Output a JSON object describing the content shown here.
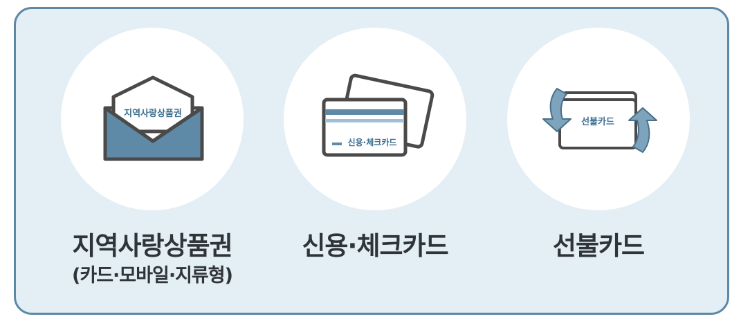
{
  "items": [
    {
      "title": "지역사랑상품권",
      "subtitle": "(카드·모바일·지류형)",
      "icon_text": "지역사랑상품권",
      "icon": "envelope-voucher-icon"
    },
    {
      "title": "신용·체크카드",
      "icon_text": "신용·체크카드",
      "icon": "credit-card-icon"
    },
    {
      "title": "선불카드",
      "icon_text": "선불카드",
      "icon": "prepaid-card-icon"
    }
  ],
  "colors": {
    "panel_bg": "#e4eef5",
    "border": "#5b88a5",
    "accent": "#5b88a5",
    "icon_outline": "#4a4a4a",
    "text": "#2f3439"
  }
}
